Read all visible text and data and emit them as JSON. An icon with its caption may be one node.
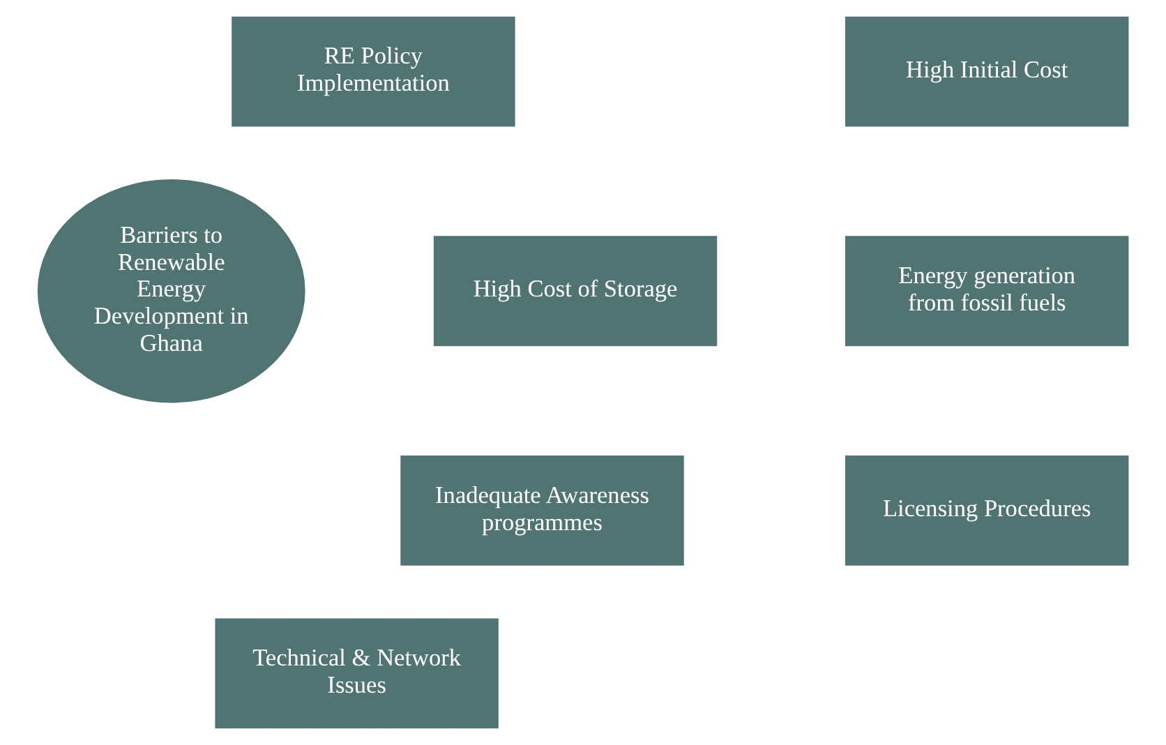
{
  "diagram": {
    "nodes": [
      {
        "text": [
          "Barriers to Renewable Energy Development in Ghana"
        ]
      },
      {
        "text": [
          "RE Policy Implementation"
        ]
      },
      {
        "text": [
          "High Initial Cost"
        ]
      },
      {
        "text": [
          "High Cost of Storage"
        ]
      },
      {
        "text": [
          "Energy generation from fossil fuels"
        ]
      },
      {
        "text": [
          "Inadequate Awareness programmes"
        ]
      },
      {
        "text": [
          "Licensing Procedures"
        ]
      },
      {
        "text": [
          "Technical & Network Issues"
        ]
      }
    ]
  }
}
